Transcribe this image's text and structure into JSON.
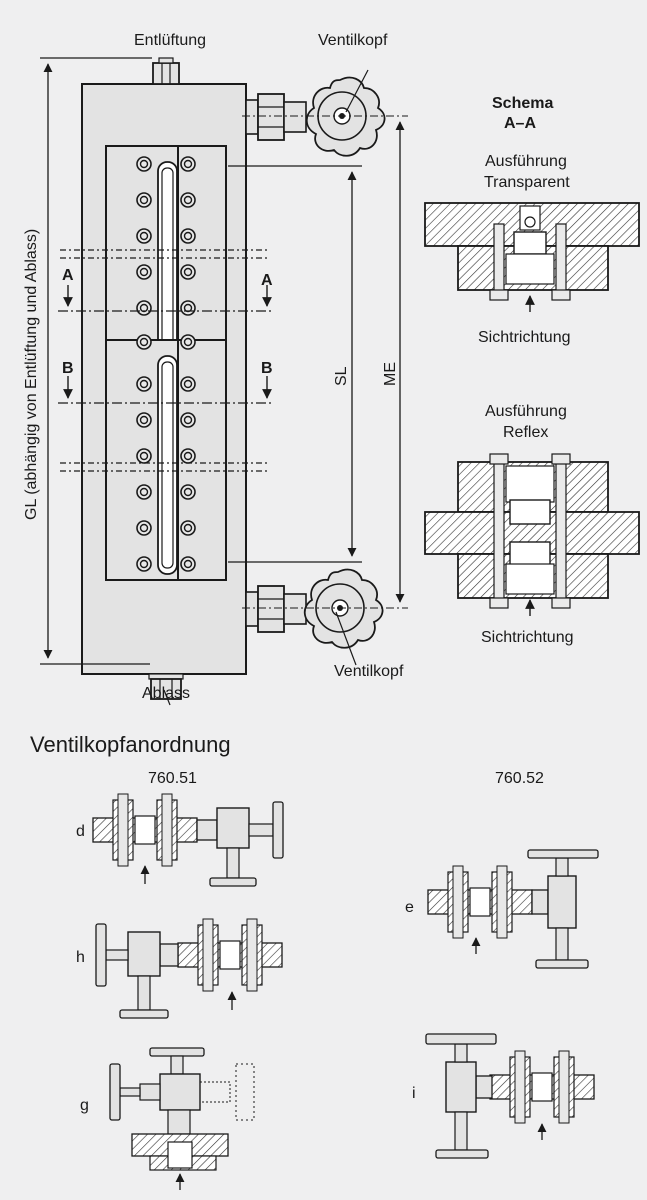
{
  "top_labels": {
    "vent": "Entlüftung",
    "valve_head_top": "Ventilkopf",
    "valve_head_bottom": "Ventilkopf",
    "drain": "Ablass"
  },
  "dimensions": {
    "gl": "GL (abhängig von Entlüftung und Ablass)",
    "sl": "SL",
    "me": "ME"
  },
  "sections": {
    "a_left": "A",
    "a_right": "A",
    "b_left": "B",
    "b_right": "B"
  },
  "schema": {
    "title_line1": "Schema",
    "title_line2": "A–A",
    "transparent_line1": "Ausführung",
    "transparent_line2": "Transparent",
    "reflex_line1": "Ausführung",
    "reflex_line2": "Reflex",
    "view_direction_1": "Sichtrichtung",
    "view_direction_2": "Sichtrichtung"
  },
  "arrangement": {
    "title": "Ventilkopfanordnung",
    "col1": "760.51",
    "col2": "760.52",
    "variants": {
      "d": "d",
      "h": "h",
      "g": "g",
      "e": "e",
      "i": "i"
    }
  },
  "colors": {
    "background": "#efeff0",
    "part_fill": "#e3e3e3",
    "line": "#1a1a1a"
  }
}
